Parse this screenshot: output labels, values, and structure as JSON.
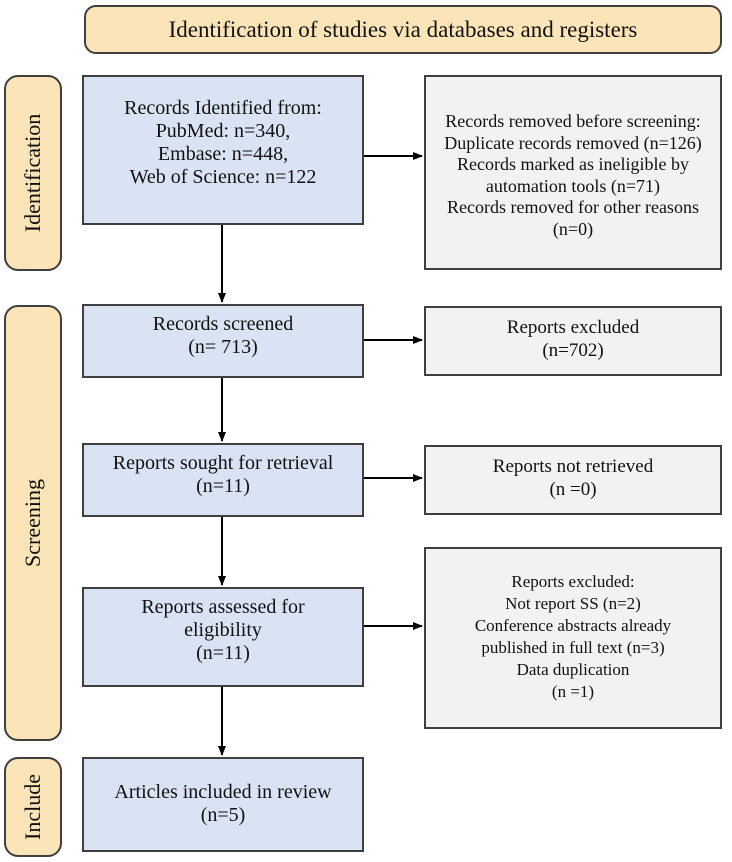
{
  "header": {
    "title": "Identification of studies via databases and registers"
  },
  "phases": {
    "identification": "Identification",
    "screening": "Screening",
    "include": "Include"
  },
  "boxes": {
    "records_identified": [
      "Records Identified from:",
      "PubMed: n=340,",
      "Embase: n=448,",
      "Web of Science: n=122"
    ],
    "records_removed": [
      "Records removed before screening:",
      "Duplicate records removed (n=126)",
      "Records marked as ineligible  by",
      "automation tools (n=71)",
      "Records removed for other reasons",
      "(n=0)"
    ],
    "records_screened": [
      "Records screened",
      "(n= 713)"
    ],
    "reports_excluded_1": [
      "Reports excluded",
      "(n=702)"
    ],
    "reports_sought": [
      "Reports sought for retrieval",
      "(n=11)"
    ],
    "reports_not_retrieved": [
      "Reports not retrieved",
      "(n =0)"
    ],
    "reports_assessed": [
      "Reports assessed for",
      "eligibility",
      "(n=11)"
    ],
    "reports_excluded_2": [
      "Reports excluded:",
      "Not report SS (n=2)",
      "Conference abstracts already",
      "published in full text (n=3)",
      "Data duplication",
      "(n =1)"
    ],
    "articles_included": [
      "Articles included in review",
      "(n=5)"
    ]
  },
  "colors": {
    "main_box": "#dae3f3",
    "side_box": "#f2f2f2",
    "phase_label": "#fbe5b8",
    "border": "#3f3f3f"
  }
}
